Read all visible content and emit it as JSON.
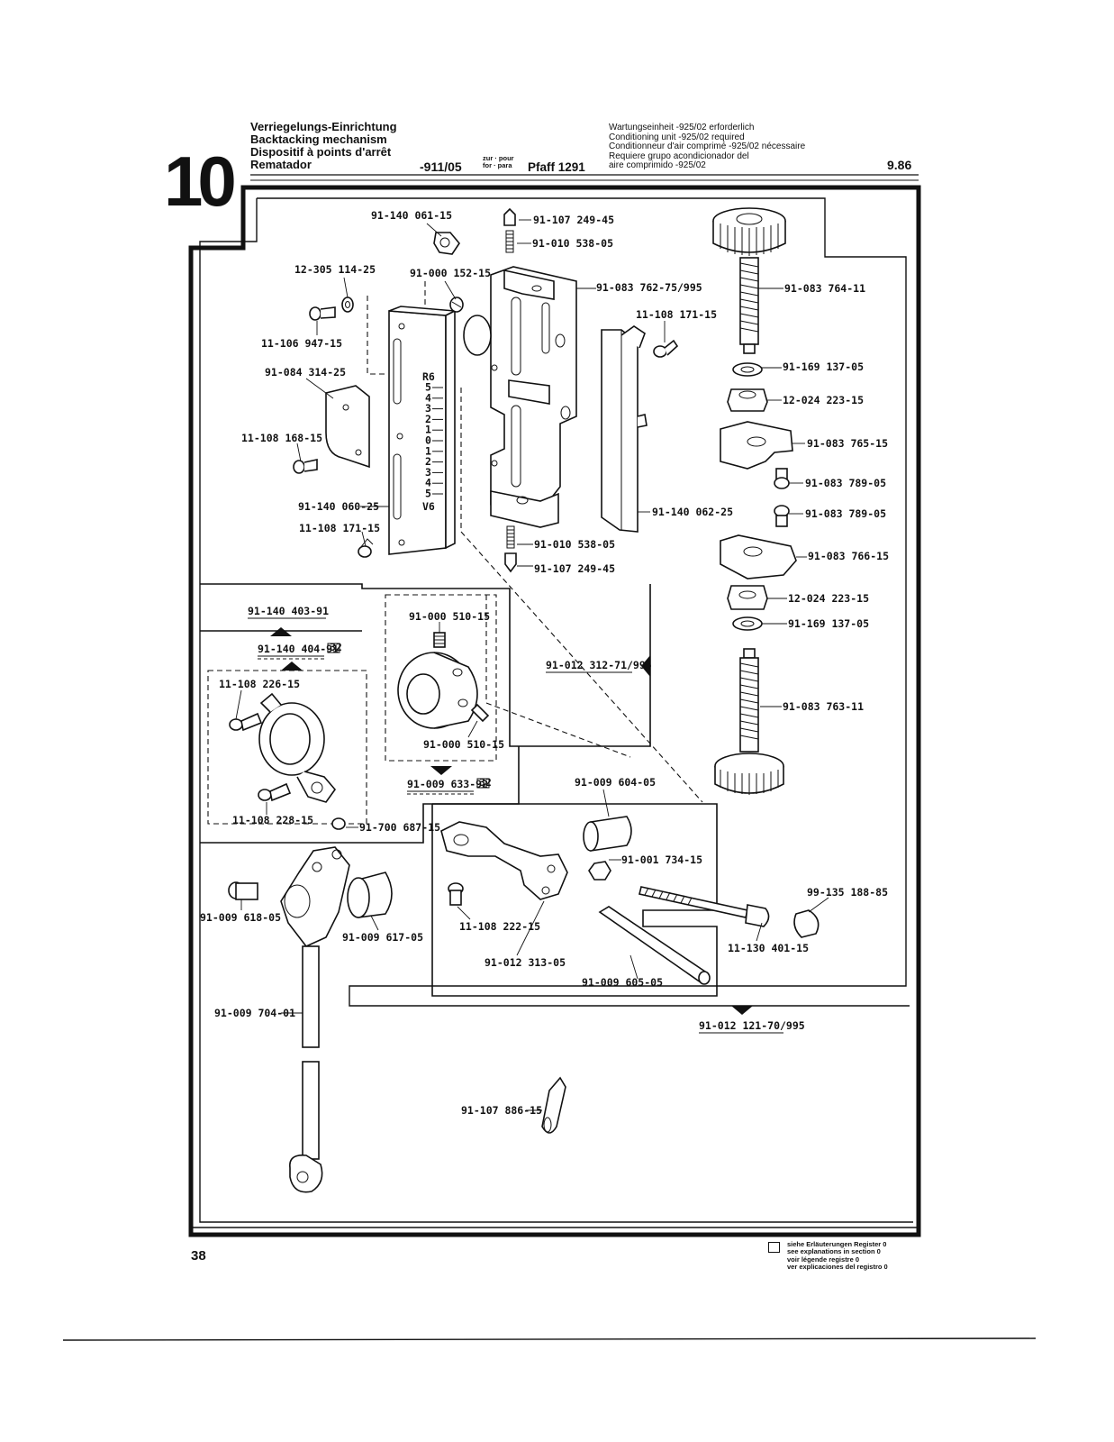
{
  "header": {
    "section_number": "10",
    "titles": [
      "Verriegelungs-Einrichtung",
      "Backtacking mechanism",
      "Dispositif à points d'arrêt",
      "Rematador"
    ],
    "model_code": "-911/05",
    "zur_pour": "zur · pour",
    "for_para": "for · para",
    "machine": "Pfaff 1291",
    "notes": [
      "Wartungseinheit -925/02 erforderlich",
      "Conditioning unit -925/02 required",
      "Conditionneur d'air comprimé -925/02 nécessaire",
      "Requiere grupo acondicionador del",
      "aire comprimido -925/02"
    ],
    "edition": "9.86"
  },
  "footer": {
    "page_number": "38",
    "legend": [
      "siehe Erläuterungen Register 0",
      "see explanations in section 0",
      "voir légende registre 0",
      "ver explicaciones del registro 0"
    ]
  },
  "scale": {
    "top": "R6",
    "values": [
      "5",
      "4",
      "3",
      "2",
      "1",
      "0",
      "1",
      "2",
      "3",
      "4",
      "5"
    ],
    "bottom": "V6"
  },
  "parts": [
    "91-140 061-15",
    "91-107 249-45",
    "91-010 538-05",
    "12-305 114-25",
    "91-000 152-15",
    "91-083 762-75/995",
    "91-083 764-11",
    "11-106 947-15",
    "11-108 171-15",
    "91-084 314-25",
    "91-169 137-05",
    "12-024 223-15",
    "11-108 168-15",
    "91-083 765-15",
    "91-083 789-05",
    "91-140 060-25",
    "11-108 171-15",
    "91-140 062-25",
    "91-083 789-05",
    "91-010 538-05",
    "91-107 249-45",
    "91-083 766-15",
    "12-024 223-15",
    "91-169 137-05",
    "91-083 763-11",
    "91-000 510-15",
    "91-000 510-15",
    "11-108 226-15",
    "11-108 228-15",
    "91-700 687-15",
    "91-009 604-05",
    "91-001 734-15",
    "99-135 188-85",
    "91-009 618-05",
    "91-009 617-05",
    "11-108 222-15",
    "91-012 313-05",
    "11-130 401-15",
    "91-009 605-05",
    "91-009 704-01",
    "91-107 886-15"
  ],
  "assemblies": [
    {
      "number": "91-140 403-91"
    },
    {
      "number": "91-140 404-91",
      "ref": "32"
    },
    {
      "number": "91-012 312-71/995"
    },
    {
      "number": "91-009 633-92",
      "ref": "32"
    },
    {
      "number": "91-012 121-70/995"
    }
  ]
}
